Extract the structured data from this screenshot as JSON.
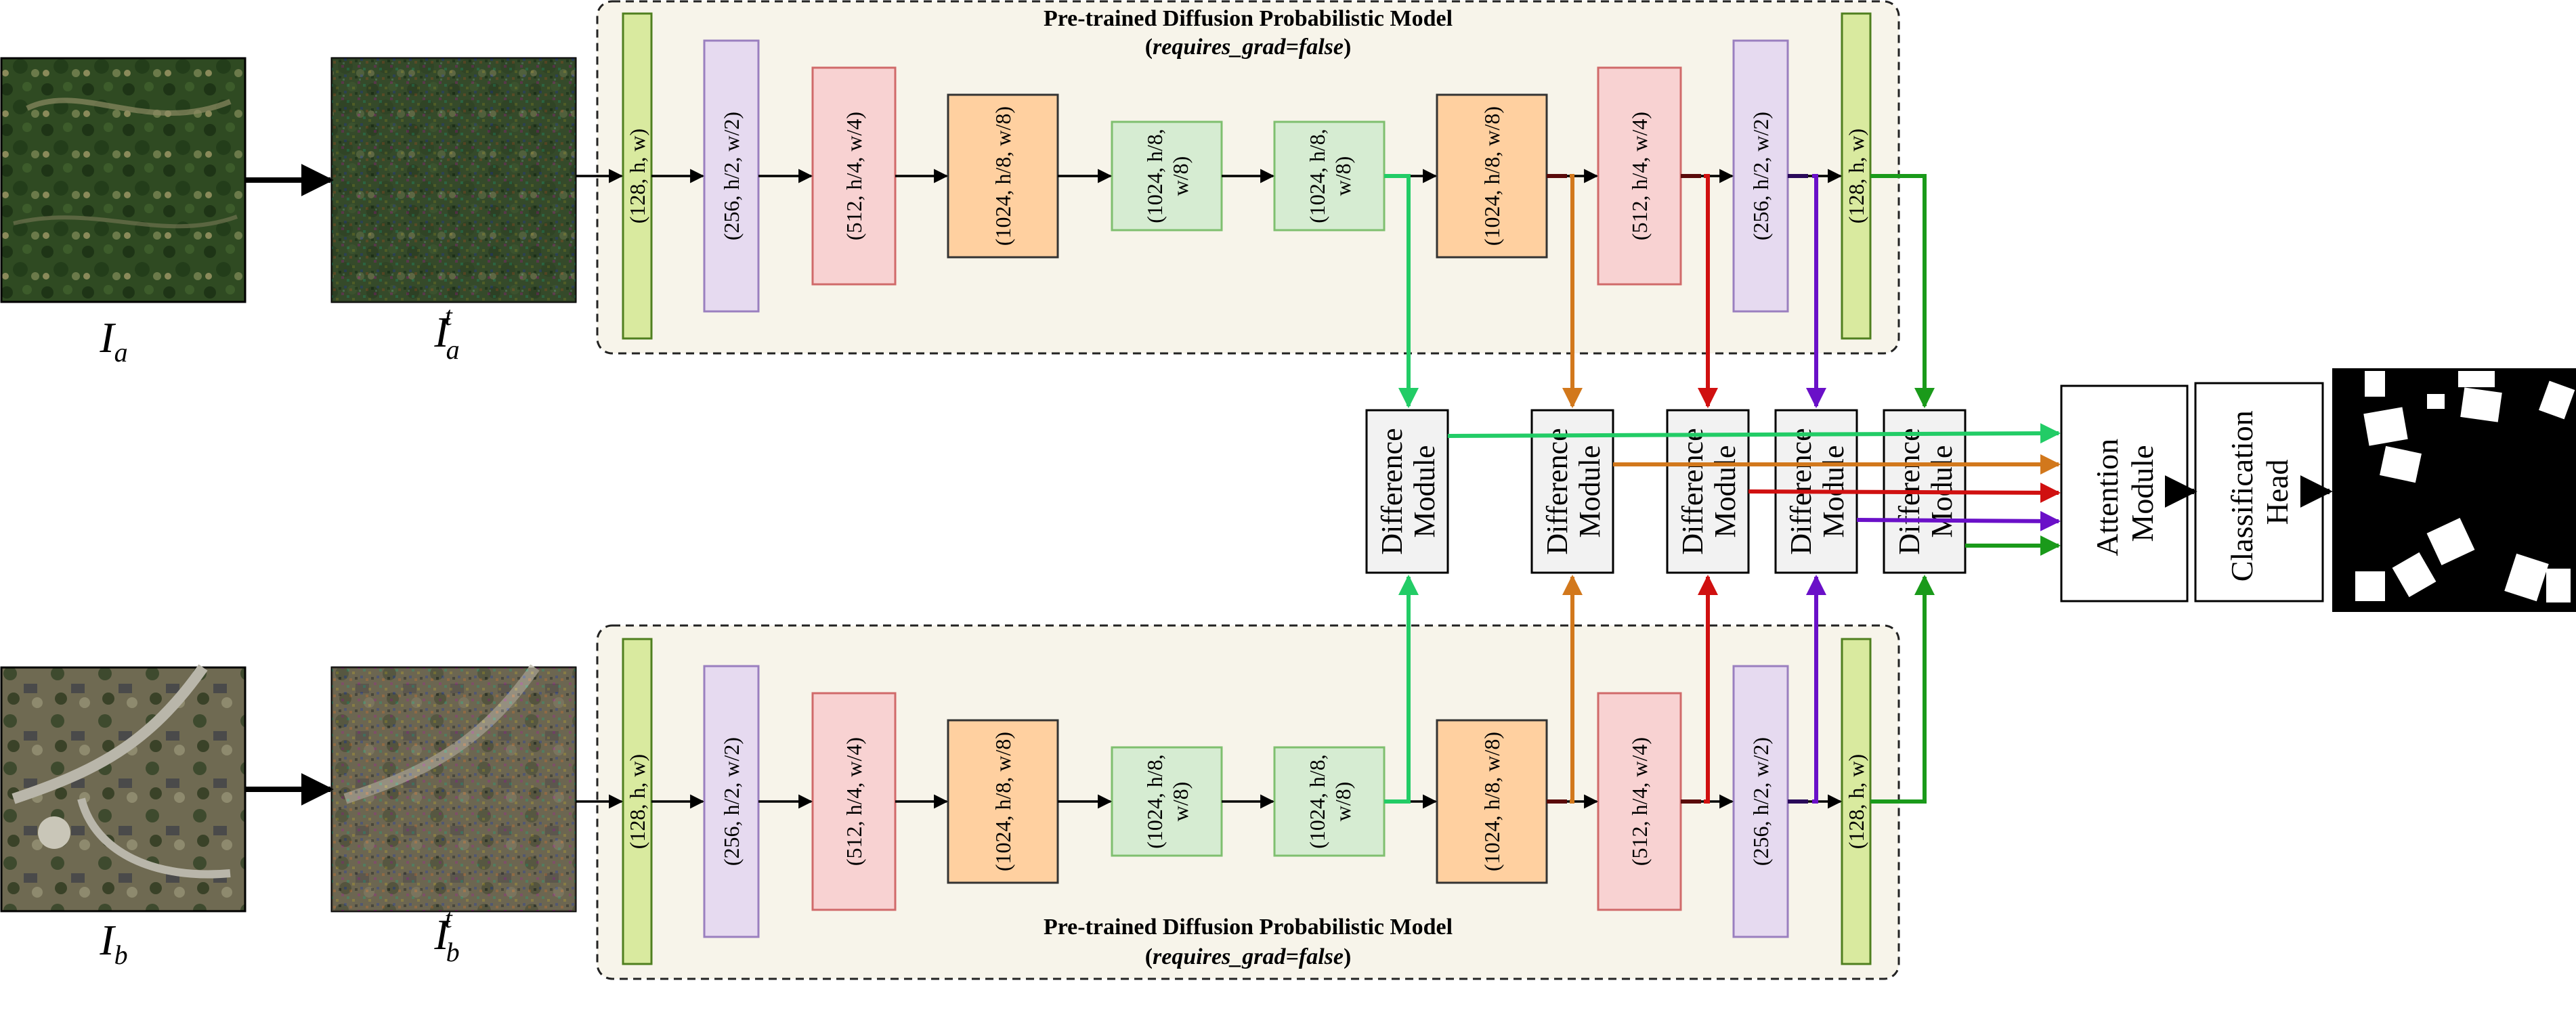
{
  "images": {
    "ia": "I",
    "ia_sub": "a",
    "iat": "I",
    "iat_sub": "a",
    "iat_sup": "t",
    "ib": "I",
    "ib_sub": "b",
    "ibt": "I",
    "ibt_sub": "b",
    "ibt_sup": "t"
  },
  "model": {
    "title": "Pre-trained Diffusion Probabilistic Model",
    "subtitle_open": "(",
    "subtitle_em": "requires_grad=false",
    "subtitle_close": ")"
  },
  "blocks": [
    {
      "label": "(128, h, w)"
    },
    {
      "label": "(256, h/2, w/2)"
    },
    {
      "label": "(512, h/4, w/4)"
    },
    {
      "label": "(1024, h/8, w/8)"
    },
    {
      "label1": "(1024, h/8,",
      "label2": "w/8)"
    },
    {
      "label1": "(1024, h/8,",
      "label2": "w/8)"
    },
    {
      "label": "(1024, h/8, w/8)"
    },
    {
      "label": "(512, h/4, w/4)"
    },
    {
      "label": "(256, h/2, w/2)"
    },
    {
      "label": "(128, h, w)"
    }
  ],
  "difference_module": {
    "line1": "Difference",
    "line2": "Module"
  },
  "attention_module": {
    "line1": "Attention",
    "line2": "Module"
  },
  "classification_head": {
    "line1": "Classification",
    "line2": "Head"
  },
  "colors": {
    "green_block_fill": "#d9ea9f",
    "green_block_stroke": "#4f7f1f",
    "purple_fill": "#e6daf0",
    "purple_stroke": "#9a7fbf",
    "pink_fill": "#f8d2d2",
    "pink_stroke": "#d06a6a",
    "orange_fill": "#ffd0a0",
    "orange_stroke": "#333333",
    "lightgreen_fill": "#d6ecd2",
    "lightgreen_stroke": "#7fbf6f",
    "panel_fill": "#f7f4ea",
    "arrow_green": "#22cc66",
    "arrow_orange": "#d2781c",
    "arrow_red": "#d01010",
    "arrow_purple": "#6a10c8",
    "arrow_darkgreen": "#1a9a1a",
    "dark_red": "#5a0a0a",
    "dark_purple": "#2a0a5a"
  }
}
